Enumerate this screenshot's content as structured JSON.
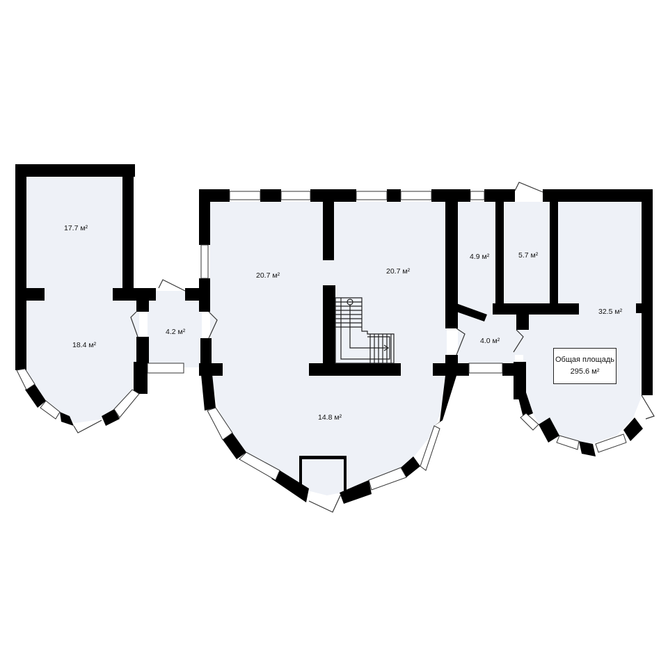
{
  "rooms": {
    "r17_7": "17.7 м²",
    "r18_4": "18.4 м²",
    "r4_2": "4.2 м²",
    "r20_7a": "20.7 м²",
    "r20_7b": "20.7 м²",
    "r14_8": "14.8 м²",
    "r4_9": "4.9 м²",
    "r5_7": "5.7 м²",
    "r4_0": "4.0 м²",
    "r32_5": "32.5 м²"
  },
  "total": {
    "label": "Общая площадь",
    "value": "295.6 м²"
  },
  "colors": {
    "wall": "#000000",
    "floor": "#eef1f7",
    "background": "#ffffff"
  },
  "icons": [
    "staircase-icon",
    "door-swing-icon",
    "window-icon"
  ]
}
